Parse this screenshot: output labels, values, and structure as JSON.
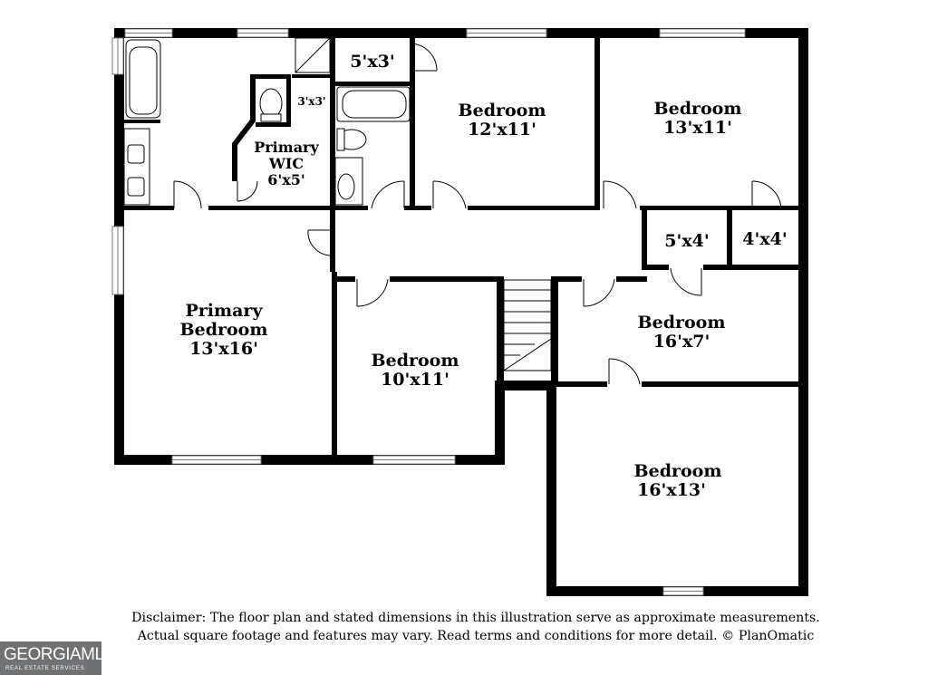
{
  "rooms": {
    "closet_5x3": {
      "dims": "5'x3'"
    },
    "bedroom_ne1": {
      "name": "Bedroom",
      "dims": "12'x11'"
    },
    "bedroom_ne2": {
      "name": "Bedroom",
      "dims": "13'x11'"
    },
    "toilet_3x3": {
      "dims": "3'x3'"
    },
    "primary_wic": {
      "name1": "Primary",
      "name2": "WIC",
      "dims": "6'x5'"
    },
    "closet_5x4": {
      "dims": "5'x4'"
    },
    "closet_4x4": {
      "dims": "4'x4'"
    },
    "primary_bedroom": {
      "name1": "Primary",
      "name2": "Bedroom",
      "dims": "13'x16'"
    },
    "bedroom_center": {
      "name": "Bedroom",
      "dims": "10'x11'"
    },
    "bedroom_east": {
      "name": "Bedroom",
      "dims": "16'x7'"
    },
    "bedroom_se": {
      "name": "Bedroom",
      "dims": "16'x13'"
    }
  },
  "disclaimer": {
    "line1": "Disclaimer: The floor plan and stated dimensions in this illustration serve as approximate measurements.",
    "line2": "Actual square footage and features may vary. Read terms and conditions for more detail. © PlanOmatic"
  },
  "logo": {
    "main": "GEORGIAMLS",
    "sub": "REAL ESTATE SERVICES"
  },
  "colors": {
    "wall": "#000000",
    "window": "#888888",
    "logo_bg": "#6f7173"
  }
}
